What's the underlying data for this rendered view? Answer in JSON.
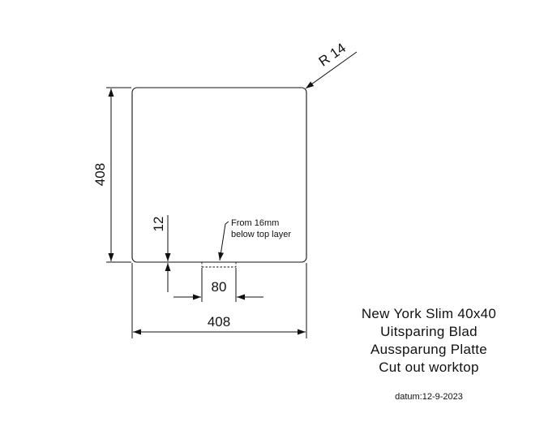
{
  "drawing": {
    "radius_label": "R 14",
    "height_label": "408",
    "width_label": "408",
    "offset_label": "12",
    "slot_width_label": "80",
    "note_line1": "From 16mm",
    "note_line2": "below top layer"
  },
  "title_block": {
    "line1": "New York Slim 40x40",
    "line2": "Uitsparing Blad",
    "line3": "Aussparung Platte",
    "line4": "Cut out worktop"
  },
  "date": "datum:12-9-2023",
  "colors": {
    "line": "#111111",
    "background": "#ffffff"
  }
}
